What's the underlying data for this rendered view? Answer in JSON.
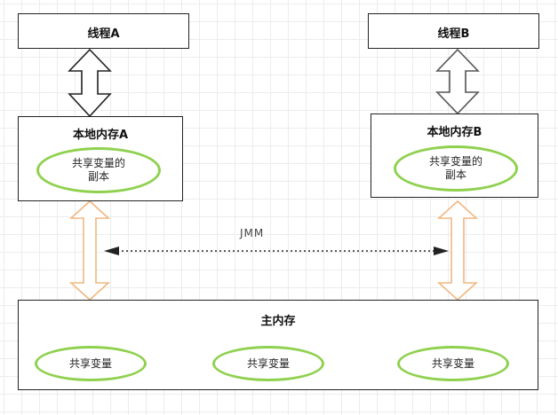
{
  "thread_a": {
    "title": "线程A"
  },
  "thread_b": {
    "title": "线程B"
  },
  "local_a": {
    "title": "本地内存A",
    "copy_line1": "共享变量的",
    "copy_line2": "副本"
  },
  "local_b": {
    "title": "本地内存B",
    "copy_line1": "共享变量的",
    "copy_line2": "副本"
  },
  "jmm_label": "JMM",
  "main_memory": {
    "title": "主内存",
    "variables": [
      "共享变量",
      "共享变量",
      "共享变量"
    ]
  },
  "colors": {
    "thread_arrow": "#222222",
    "memory_arrow": "#f0b880",
    "ellipse_border": "#8fd14f",
    "box_border": "#222222"
  }
}
